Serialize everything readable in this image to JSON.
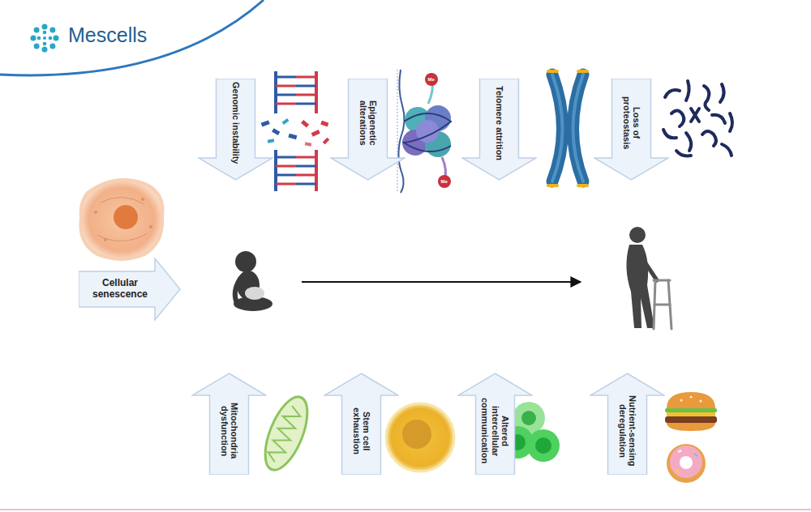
{
  "diagram": {
    "nodes": [
      {
        "text": [
          "Genomic instability"
        ]
      },
      {
        "text": [
          "Epigenetic alterations"
        ]
      },
      {
        "text": [
          "Telomere attrition"
        ]
      },
      {
        "text": [
          "Loss of proteostasis"
        ]
      },
      {
        "text": [
          "Cellular senescence"
        ]
      },
      {
        "text": [
          "Mitochondria dysfunction"
        ]
      },
      {
        "text": [
          "Stem cell exhaustion"
        ]
      },
      {
        "text": [
          "Altered intercellular communication"
        ]
      },
      {
        "text": [
          "Nutrient-sensing deregulation"
        ]
      }
    ],
    "labels": [
      "Mescells",
      "Me",
      "Me"
    ]
  }
}
